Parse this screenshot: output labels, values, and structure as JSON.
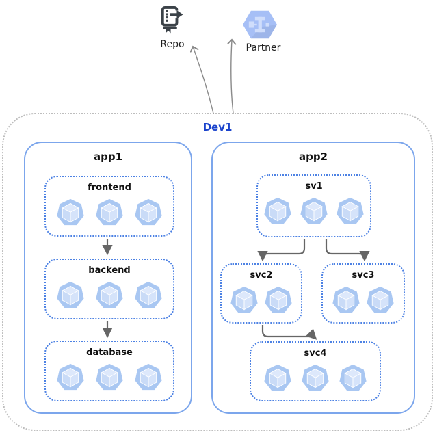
{
  "boundary": {
    "label": "Dev1"
  },
  "external": {
    "repo": {
      "label": "Repo",
      "icon": "source-repo-icon"
    },
    "partner": {
      "label": "Partner",
      "icon": "partner-hexagon-icon"
    }
  },
  "clusters": {
    "app1": {
      "label": "app1",
      "services": {
        "frontend": {
          "label": "frontend",
          "pods": 3
        },
        "backend": {
          "label": "backend",
          "pods": 3
        },
        "database": {
          "label": "database",
          "pods": 3
        }
      }
    },
    "app2": {
      "label": "app2",
      "services": {
        "sv1": {
          "label": "sv1",
          "pods": 3
        },
        "svc2": {
          "label": "svc2",
          "pods": 2
        },
        "svc3": {
          "label": "svc3",
          "pods": 2
        },
        "svc4": {
          "label": "svc4",
          "pods": 3
        }
      }
    }
  },
  "edges": [
    {
      "from": "frontend",
      "to": "backend"
    },
    {
      "from": "backend",
      "to": "database"
    },
    {
      "from": "sv1",
      "to": "svc2"
    },
    {
      "from": "sv1",
      "to": "svc3"
    },
    {
      "from": "svc2",
      "to": "svc4"
    },
    {
      "from": "Dev1",
      "to": "Repo"
    },
    {
      "from": "Dev1",
      "to": "Partner"
    }
  ],
  "colors": {
    "boundary_border": "#bdbdbd",
    "boundary_label": "#1a43cc",
    "cluster_border": "#7ca6ec",
    "service_border": "#4d82e4",
    "arrow": "#666666",
    "external_arrow": "#8a8a8a",
    "pod_fill": "#a9c7f2",
    "pod_face_top": "#dde8fb",
    "pod_face_left": "#c9dbf7",
    "pod_face_right": "#d5e3fa",
    "repo_icon": "#3b4248",
    "partner_hex": "#a6bff6",
    "partner_glyph": "#cfddfb"
  }
}
